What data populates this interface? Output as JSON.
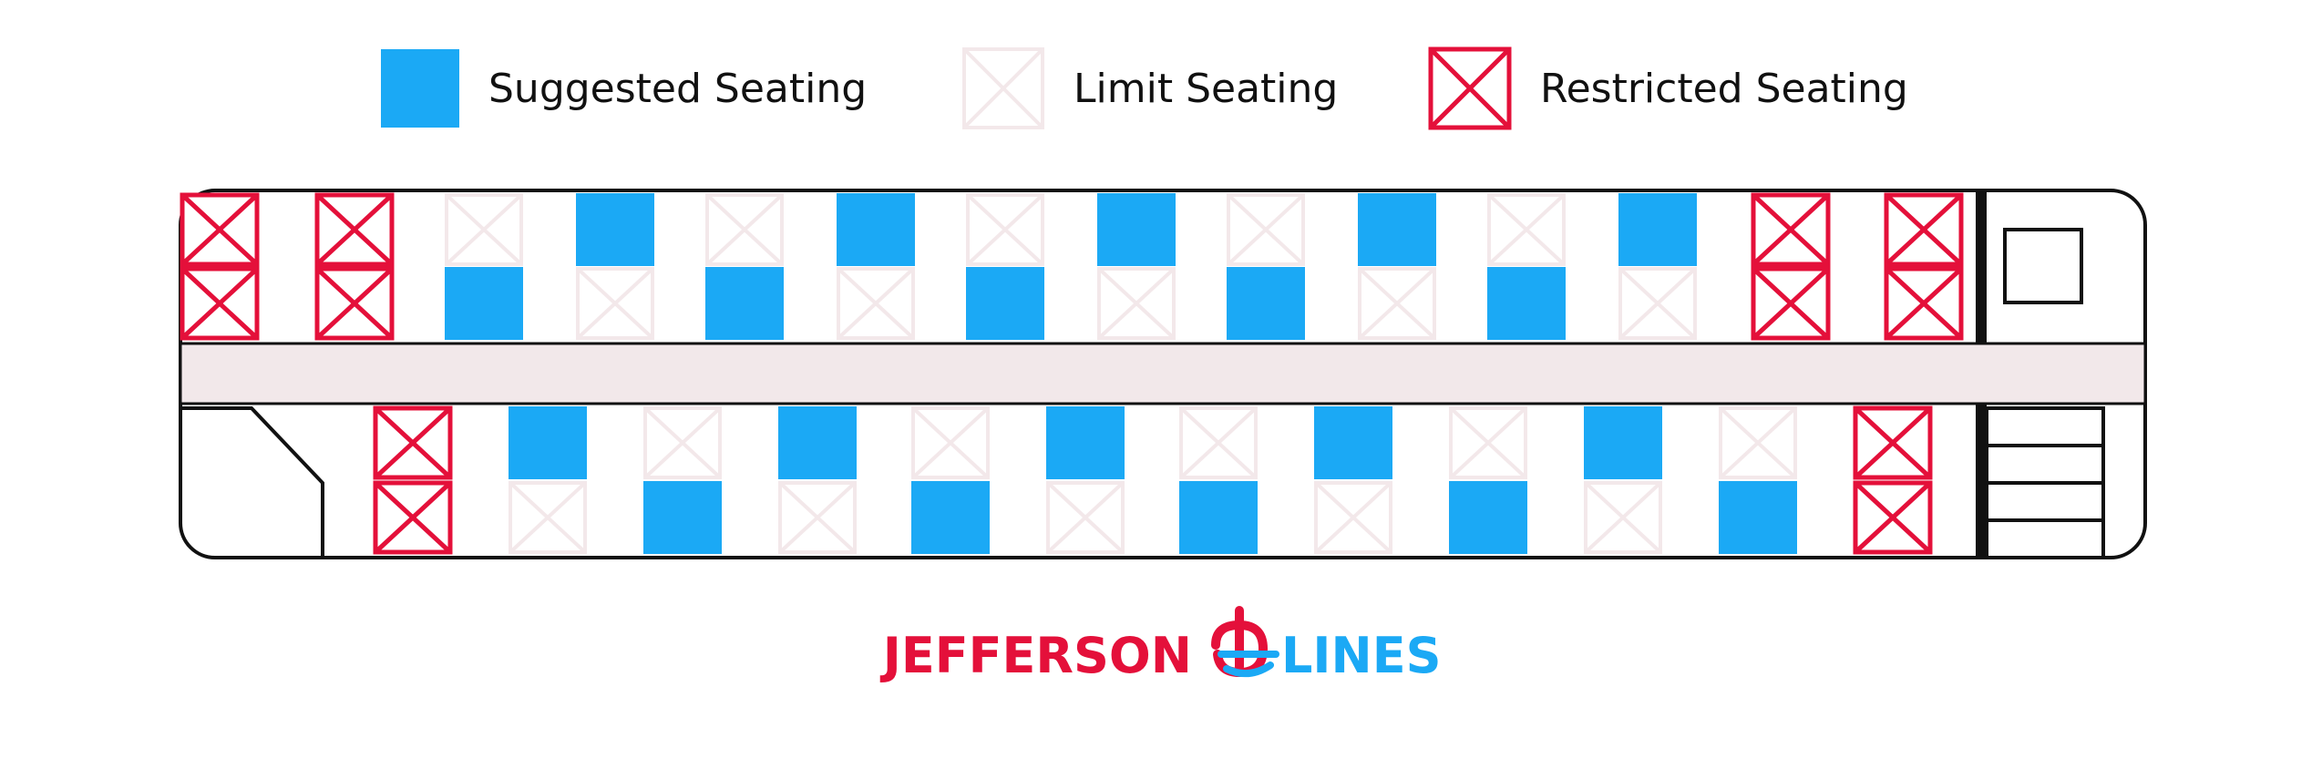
{
  "colors": {
    "suggested": "#1ba9f5",
    "limit": "#f3e8ea",
    "restricted": "#e4103a",
    "aisle": "#f2e8ea",
    "outline": "#111111",
    "brand_red": "#e4103a",
    "brand_blue": "#1ba9f5"
  },
  "legend": [
    {
      "type": "suggested",
      "label": "Suggested Seating",
      "icon": "filled-square-icon"
    },
    {
      "type": "limit",
      "label": "Limit Seating",
      "icon": "light-x-square-icon"
    },
    {
      "type": "restricted",
      "label": "Restricted Seating",
      "icon": "red-x-square-icon"
    }
  ],
  "seat_map": {
    "top_rows": [
      [
        "restricted",
        "restricted",
        "limit",
        "suggested",
        "limit",
        "suggested",
        "limit",
        "suggested",
        "limit",
        "suggested",
        "limit",
        "suggested",
        "restricted",
        "restricted"
      ],
      [
        "restricted",
        "restricted",
        "suggested",
        "limit",
        "suggested",
        "limit",
        "suggested",
        "limit",
        "suggested",
        "limit",
        "suggested",
        "limit",
        "restricted",
        "restricted"
      ]
    ],
    "bottom_rows": [
      [
        "restricted",
        "suggested",
        "limit",
        "suggested",
        "limit",
        "suggested",
        "limit",
        "suggested",
        "limit",
        "suggested",
        "limit",
        "restricted"
      ],
      [
        "restricted",
        "limit",
        "suggested",
        "limit",
        "suggested",
        "limit",
        "suggested",
        "limit",
        "suggested",
        "limit",
        "suggested",
        "restricted"
      ]
    ]
  },
  "brand": {
    "left": "JEFFERSON",
    "right": "LINES",
    "logo_icon": "jefferson-lines-logo-icon"
  }
}
